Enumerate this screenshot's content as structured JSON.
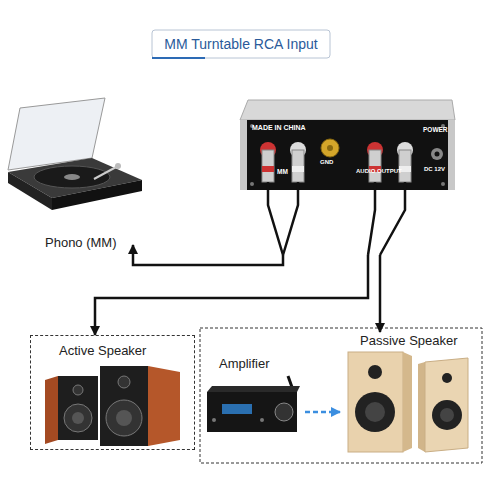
{
  "diagram": {
    "title": "MM Turntable RCA Input",
    "nodes": [
      {
        "text": [
          "Phono (MM)"
        ]
      },
      {
        "text": [
          "MADE IN CHINA",
          "MM",
          "GND",
          "AUDIO OUTPUT",
          "POWER",
          "DC 12V"
        ]
      },
      {
        "text": [
          "Active Speaker"
        ]
      },
      {
        "text": [
          "Amplifier"
        ]
      },
      {
        "text": [
          "Passive Speaker"
        ]
      }
    ],
    "edges": [
      {
        "from": 1,
        "to": 0,
        "arrow": "to"
      },
      {
        "from": 1,
        "to": 2,
        "arrow": "to"
      },
      {
        "from": 1,
        "to": 4,
        "arrow": "to"
      },
      {
        "from": 3,
        "to": 4,
        "arrow": "to"
      }
    ]
  }
}
